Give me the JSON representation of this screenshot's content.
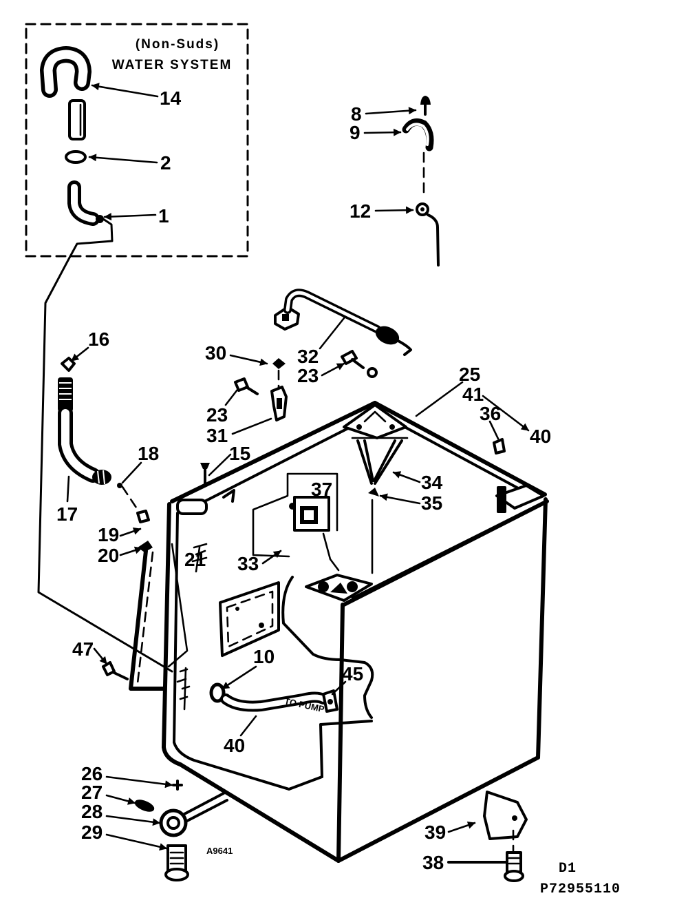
{
  "inset": {
    "title_line1": "(Non-Suds)",
    "title_line2": "WATER SYSTEM"
  },
  "callouts": {
    "p14": "14",
    "p2": "2",
    "p1": "1",
    "p8": "8",
    "p9": "9",
    "p12": "12",
    "p16": "16",
    "p30": "30",
    "p32": "32",
    "p23_upper": "23",
    "p25": "25",
    "p41": "41",
    "p36": "36",
    "p40_upper": "40",
    "p23_lower": "23",
    "p31": "31",
    "p15": "15",
    "p18": "18",
    "p17": "17",
    "p34": "34",
    "p35": "35",
    "p37": "37",
    "p19": "19",
    "p20": "20",
    "p21": "21",
    "p33": "33",
    "p47": "47",
    "p10": "10",
    "p45": "45",
    "p40_lower": "40",
    "p26": "26",
    "p27": "27",
    "p28": "28",
    "p29": "29",
    "p39": "39",
    "p38": "38"
  },
  "annotations": {
    "to_pump": "TO PUMP",
    "drawing_code": "A9641",
    "diagram_id": "D1",
    "part_number": "P72955110"
  },
  "colors": {
    "ink": "#000000",
    "paper": "#ffffff"
  }
}
